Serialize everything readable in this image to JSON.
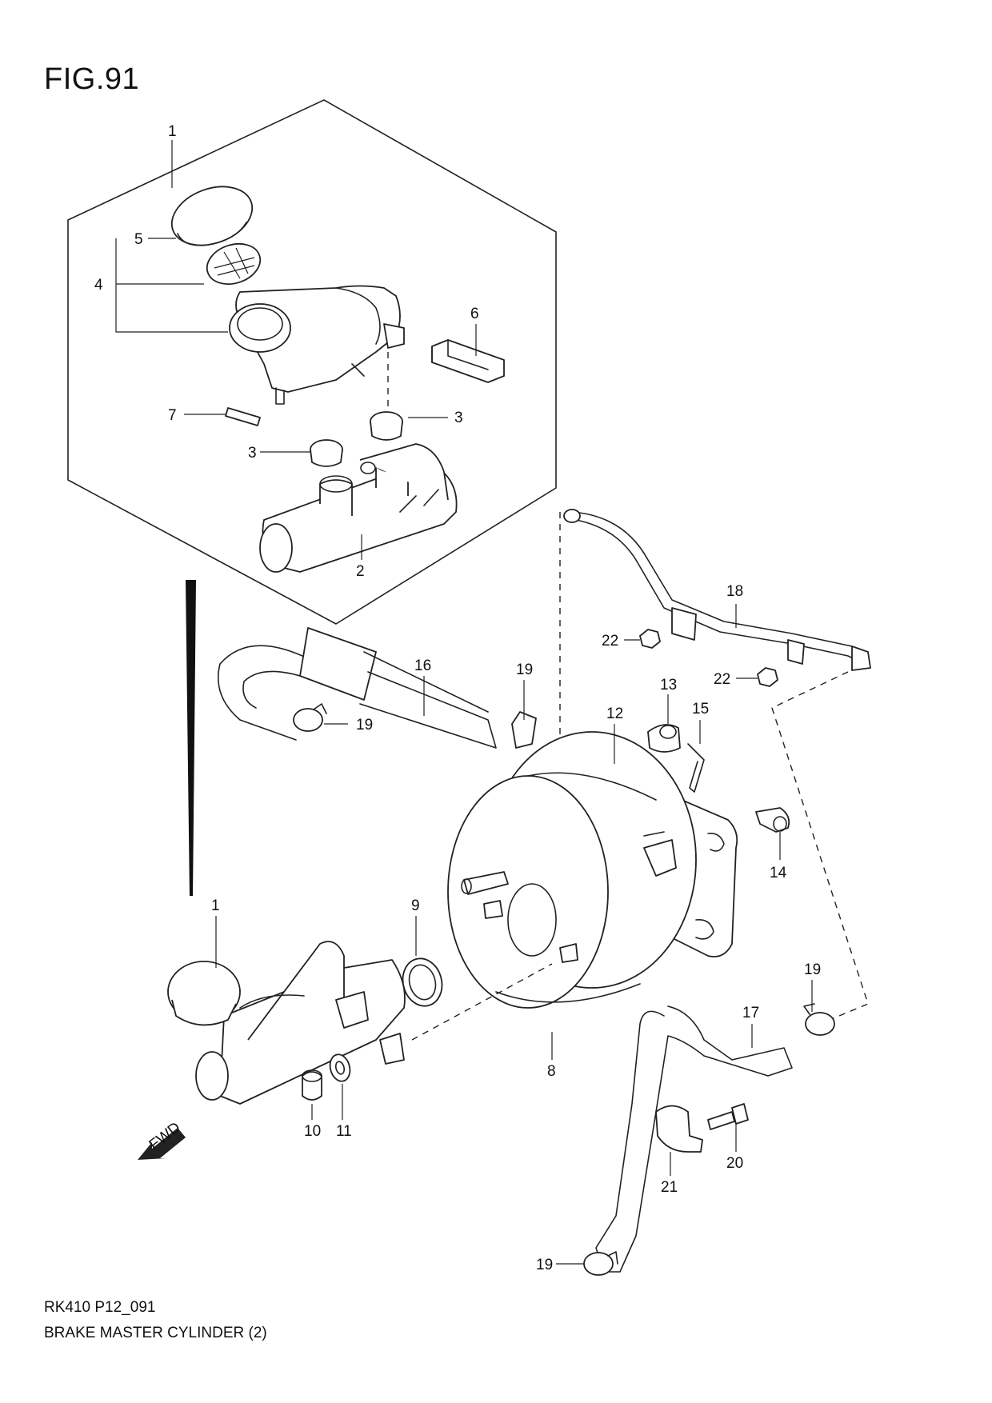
{
  "figure": {
    "title": "FIG.91",
    "code": "RK410 P12_091",
    "caption": "BRAKE MASTER CYLINDER (2)",
    "fwd_label": "FWD"
  },
  "callouts": [
    {
      "id": "c1a",
      "label": "1"
    },
    {
      "id": "c5",
      "label": "5"
    },
    {
      "id": "c4",
      "label": "4"
    },
    {
      "id": "c6",
      "label": "6"
    },
    {
      "id": "c7",
      "label": "7"
    },
    {
      "id": "c3a",
      "label": "3"
    },
    {
      "id": "c3b",
      "label": "3"
    },
    {
      "id": "c2",
      "label": "2"
    },
    {
      "id": "c18",
      "label": "18"
    },
    {
      "id": "c22a",
      "label": "22"
    },
    {
      "id": "c22b",
      "label": "22"
    },
    {
      "id": "c16",
      "label": "16"
    },
    {
      "id": "c19a",
      "label": "19"
    },
    {
      "id": "c19b",
      "label": "19"
    },
    {
      "id": "c13",
      "label": "13"
    },
    {
      "id": "c15",
      "label": "15"
    },
    {
      "id": "c12",
      "label": "12"
    },
    {
      "id": "c14",
      "label": "14"
    },
    {
      "id": "c1b",
      "label": "1"
    },
    {
      "id": "c9",
      "label": "9"
    },
    {
      "id": "c19c",
      "label": "19"
    },
    {
      "id": "c17",
      "label": "17"
    },
    {
      "id": "c8",
      "label": "8"
    },
    {
      "id": "c10",
      "label": "10"
    },
    {
      "id": "c11",
      "label": "11"
    },
    {
      "id": "c21",
      "label": "21"
    },
    {
      "id": "c20",
      "label": "20"
    },
    {
      "id": "c19d",
      "label": "19"
    }
  ]
}
